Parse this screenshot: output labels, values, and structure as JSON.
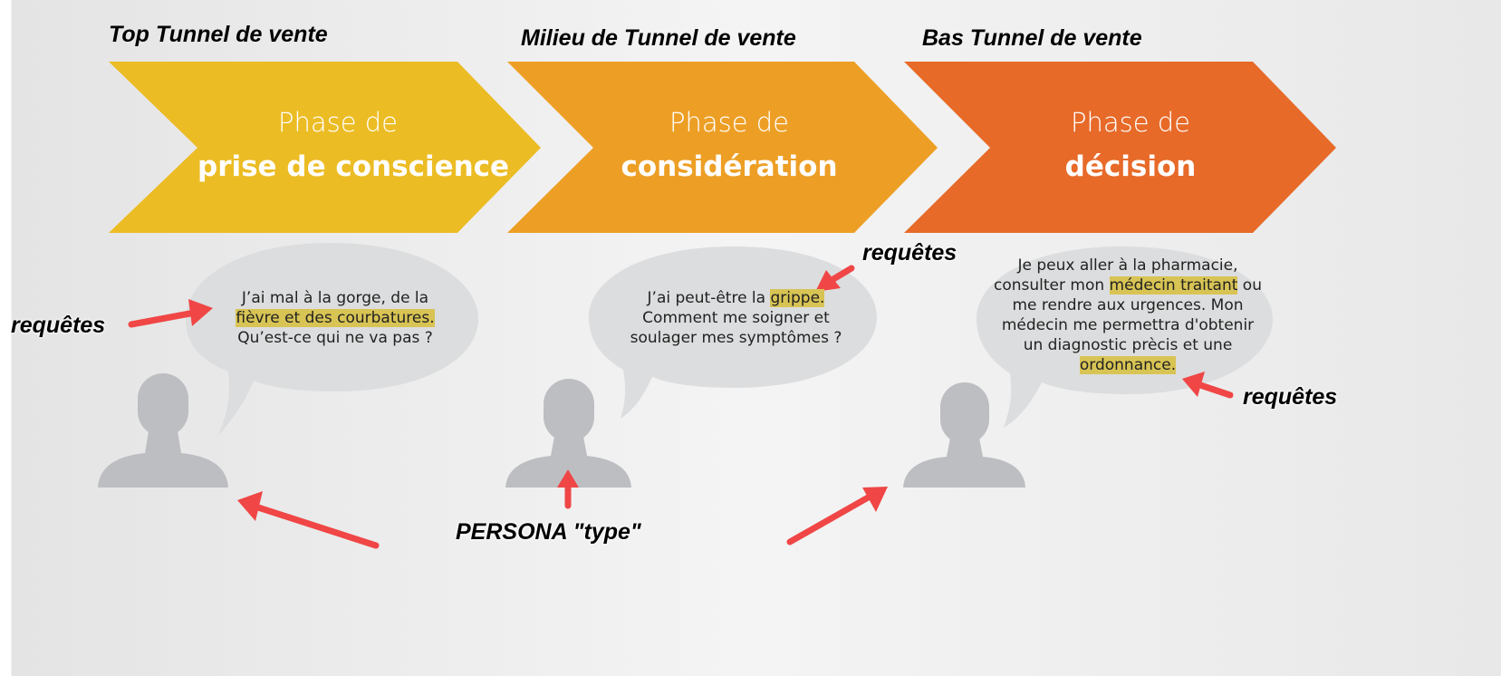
{
  "stages": [
    {
      "label": "Top Tunnel de vente",
      "phase_line1": "Phase de",
      "phase_line2": "prise de conscience",
      "color": "#ECBC24"
    },
    {
      "label": "Milieu de  Tunnel de vente",
      "phase_line1": "Phase de",
      "phase_line2": "considération",
      "color": "#ED9F25"
    },
    {
      "label": "Bas Tunnel de vente",
      "phase_line1": "Phase de",
      "phase_line2": "décision",
      "color": "#E76A29"
    }
  ],
  "bubbles": [
    {
      "pre": "J’ai mal à la gorge, de la",
      "hl": "fièvre et des courbatures.",
      "post": "Qu’est-ce qui ne va pas ?"
    },
    {
      "pre": "J’ai peut-être la ",
      "hl": "grippe.",
      "post": "Comment me soigner et soulager mes symptômes ?"
    },
    {
      "pre": "Je peux aller à la pharmacie, consulter mon",
      "hl": "médecin traitant",
      "mid": " ou me rendre aux urgences. Mon médecin me permettra d'obtenir un diagnostic prècis et une ",
      "hl2": "ordonnance."
    }
  ],
  "annotations": {
    "requetes": "requêtes",
    "persona": "PERSONA \"type\""
  },
  "colors": {
    "arrow": "#F04646",
    "persona": "#BDBEC2",
    "bubble": "#DCDDDE",
    "highlight": "#D8C454"
  }
}
